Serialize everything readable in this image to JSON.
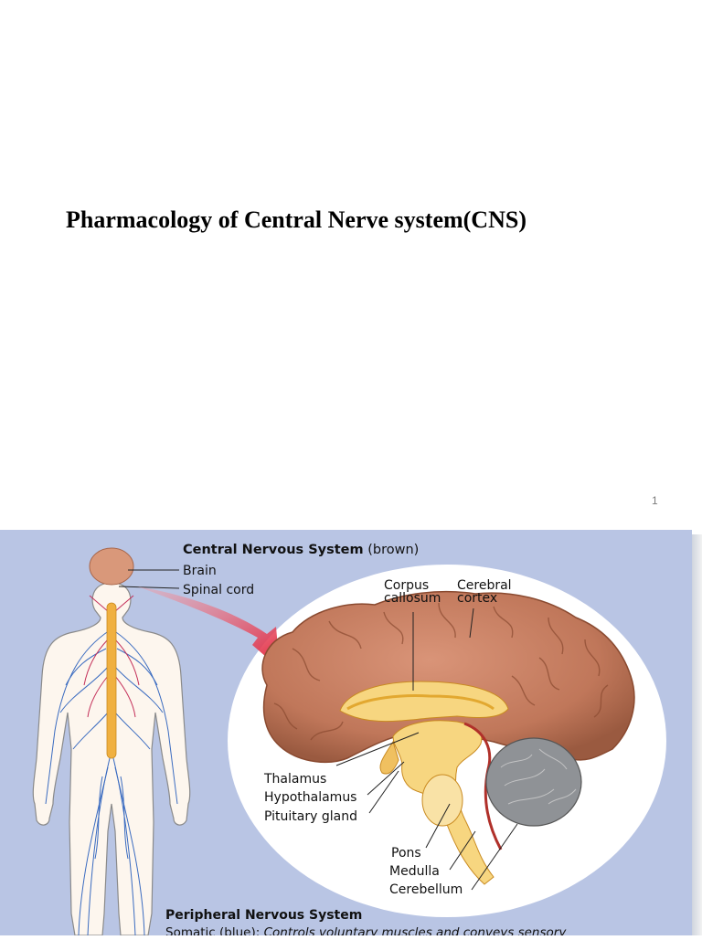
{
  "slide1": {
    "title": "Pharmacology of Central Nerve system(CNS)",
    "page_number": "1"
  },
  "figure": {
    "cns_heading": "Central Nervous System",
    "cns_heading_suffix": " (brown)",
    "body_labels": {
      "brain": "Brain",
      "spinal_cord": "Spinal cord"
    },
    "brain_labels": {
      "corpus_line1": "Corpus",
      "corpus_line2": "callosum",
      "cortex_line1": "Cerebral",
      "cortex_line2": "cortex",
      "thalamus": "Thalamus",
      "hypothalamus": "Hypothalamus",
      "pituitary": "Pituitary gland",
      "pons": "Pons",
      "medulla": "Medulla",
      "cerebellum": "Cerebellum"
    },
    "pns_heading": "Peripheral Nervous System",
    "somatic_prefix": "Somatic (blue): ",
    "somatic_text": "Controls voluntary muscles and conveys sensory"
  },
  "colors": {
    "panel": "#b9c5e4",
    "brain": "#c0775a",
    "nerves_blue": "#3a6bc0",
    "nerves_red": "#c4305a",
    "spinal": "#f0b040",
    "arrow": "#e0213a"
  }
}
